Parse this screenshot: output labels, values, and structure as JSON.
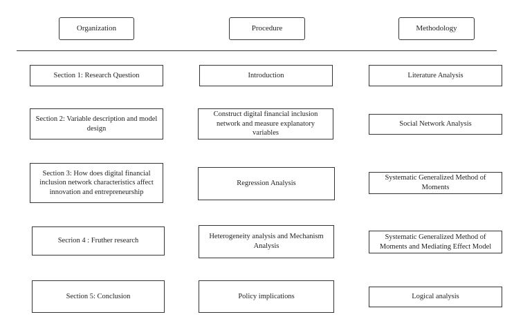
{
  "headers": {
    "organization": "Organization",
    "procedure": "Procedure",
    "methodology": "Methodology"
  },
  "organization": [
    "Section 1: Research Question",
    "Section 2: Variable description and model design",
    "Section 3: How does digital financial inclusion network characteristics affect innovation and entrepreneurship",
    "Secrion 4 : Fruther research",
    "Section 5: Conclusion"
  ],
  "procedure": [
    "Introduction",
    "Construct digital financial inclusion network and measure explanatory variables",
    "Regression Analysis",
    "Heterogeneity analysis and Mechanism Analysis",
    "Policy implications"
  ],
  "methodology": [
    "Literature Analysis",
    "Social Network Analysis",
    "Systematic Generalized Method of Moments",
    "Systematic Generalized Method of Moments and Mediating Effect Model",
    "Logical analysis"
  ]
}
